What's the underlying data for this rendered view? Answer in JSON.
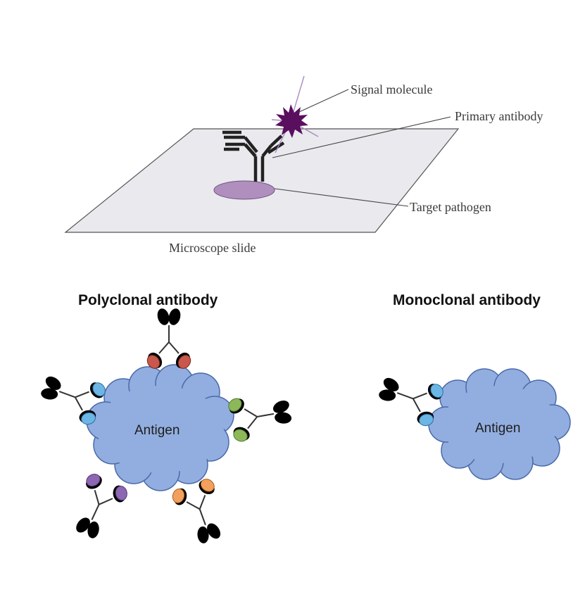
{
  "top_diagram": {
    "labels": {
      "signal_molecule": "Signal molecule",
      "primary_antibody": "Primary antibody",
      "target_pathogen": "Target pathogen",
      "microscope_slide": "Microscope slide"
    },
    "colors": {
      "slide": "#e9e9ee",
      "pathogen": "#b08fbf",
      "signal": "#5a0e5e",
      "antibody": "#222222"
    }
  },
  "polyclonal": {
    "title": "Polyclonal antibody",
    "antigen_label": "Antigen",
    "antigen_color": "#92aee0",
    "binding_site_colors": [
      "#6cb6e6",
      "#c9574b",
      "#8db85a",
      "#f2a15d",
      "#8d67b3"
    ]
  },
  "monoclonal": {
    "title": "Monoclonal antibody",
    "antigen_label": "Antigen",
    "antigen_color": "#92aee0",
    "binding_site_colors": [
      "#6cb6e6"
    ]
  }
}
